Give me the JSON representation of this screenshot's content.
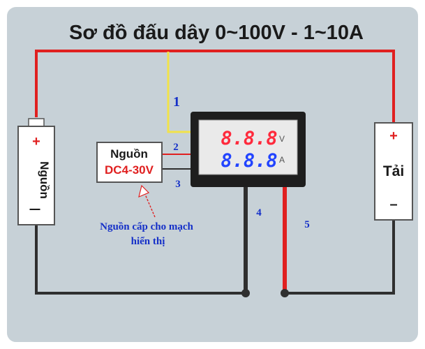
{
  "title": "Sơ đồ đấu dây 0~100V - 1~10A",
  "source": {
    "label": "Nguồn",
    "plus": "+",
    "minus": "|"
  },
  "aux_supply": {
    "label": "Nguồn",
    "range": "DC4-30V"
  },
  "meter": {
    "voltage_reading": "8.8.8",
    "voltage_unit": "V",
    "current_reading": "8.8.8",
    "current_unit": "A"
  },
  "load": {
    "label": "Tải",
    "plus": "+",
    "minus": "–"
  },
  "wire_numbers": {
    "w1": "1",
    "w2": "2",
    "w3": "3",
    "w4": "4",
    "w5": "5"
  },
  "annotation": {
    "line1": "Nguồn cấp cho mạch",
    "line2": "hiển thị"
  },
  "colors": {
    "background": "#c7d1d7",
    "frame": "#ffffff",
    "wire_red": "#e02020",
    "wire_black": "#2f2f2f",
    "wire_yellow": "#f2e24a",
    "number_blue": "#1530c8",
    "voltage_digits": "#ff2a3c",
    "current_digits": "#2244ff"
  }
}
